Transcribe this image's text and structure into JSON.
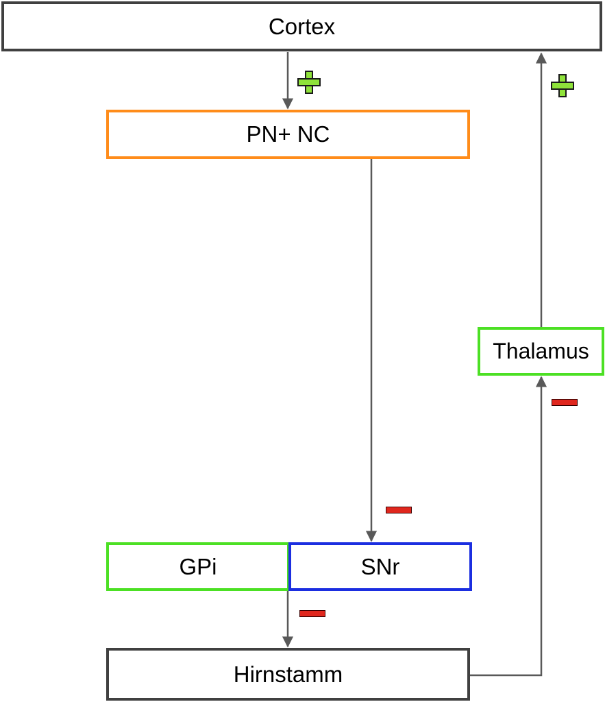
{
  "nodes": {
    "cortex": {
      "label": "Cortex",
      "color": "#404040"
    },
    "pn_nc": {
      "label": "PN+ NC",
      "color": "#ff8c1a"
    },
    "gpi": {
      "label": "GPi",
      "color": "#4ce024"
    },
    "snr": {
      "label": "SNr",
      "color": "#1b2ee0"
    },
    "thalamus": {
      "label": "Thalamus",
      "color": "#4ce024"
    },
    "hirnstamm": {
      "label": "Hirnstamm",
      "color": "#404040"
    }
  },
  "edges": [
    {
      "from": "Cortex",
      "to": "PN+ NC",
      "sign": "+"
    },
    {
      "from": "PN+ NC",
      "to": "SNr",
      "sign": "-"
    },
    {
      "from": "GPi/SNr",
      "to": "Hirnstamm",
      "sign": "-"
    },
    {
      "from": "Hirnstamm",
      "to": "Thalamus",
      "sign": "-"
    },
    {
      "from": "Thalamus",
      "to": "Cortex",
      "sign": "+"
    }
  ],
  "colors": {
    "arrow": "#595959",
    "excitatory": "#8fe33a",
    "inhibitory": "#e0271e"
  }
}
